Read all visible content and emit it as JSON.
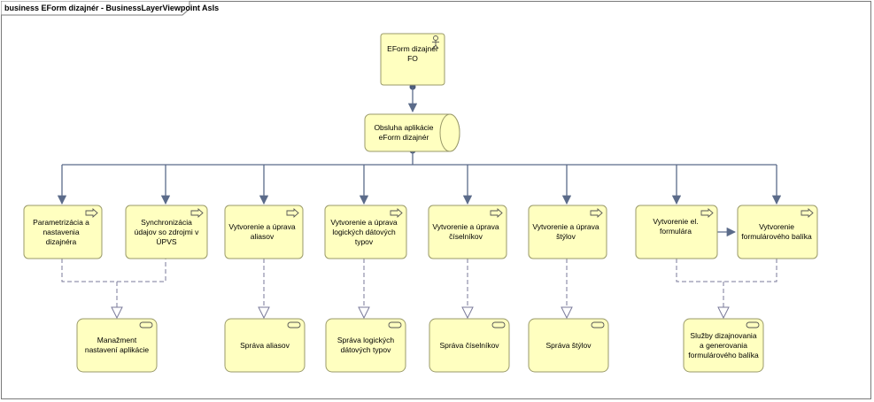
{
  "diagram": {
    "title": "business EForm dizajnér - BusinessLayerViewpoint AsIs",
    "colors": {
      "fill": "#ffffc0",
      "stroke": "#9a9a6a",
      "connector": "#5b6b8a",
      "dashed": "#7a7a9a"
    },
    "actor": {
      "label": "EForm dizajnér FO",
      "icon": "actor-icon"
    },
    "interface": {
      "label": "Obsluha aplikácie eForm dizajnér",
      "icon": "business-interface-cylinder"
    },
    "processes": [
      {
        "label": "Parametrizácia a nastavenia dizajnéra",
        "icon": "process-arrow-icon"
      },
      {
        "label": "Synchronizácia údajov so zdrojmi v ÚPVS",
        "icon": "process-arrow-icon"
      },
      {
        "label": "Vytvorenie a úprava aliasov",
        "icon": "process-arrow-icon"
      },
      {
        "label": "Vytvorenie a úprava logických dátových typov",
        "icon": "process-arrow-icon"
      },
      {
        "label": "Vytvorenie a úprava číselníkov",
        "icon": "process-arrow-icon"
      },
      {
        "label": "Vytvorenie a úprava štýlov",
        "icon": "process-arrow-icon"
      },
      {
        "label": "Vytvorenie el. formulára",
        "icon": "process-arrow-icon"
      },
      {
        "label": "Vytvorenie formulárového balíka",
        "icon": "process-arrow-icon"
      }
    ],
    "services": [
      {
        "label": "Manažment nastavení aplikácie",
        "icon": "service-icon"
      },
      {
        "label": "Správa aliasov",
        "icon": "service-icon"
      },
      {
        "label": "Správa logických dátových typov",
        "icon": "service-icon"
      },
      {
        "label": "Správa číselníkov",
        "icon": "service-icon"
      },
      {
        "label": "Správa štýlov",
        "icon": "service-icon"
      },
      {
        "label": "Služby dizajnovania a generovania formulárového balíka",
        "icon": "service-icon"
      }
    ]
  }
}
